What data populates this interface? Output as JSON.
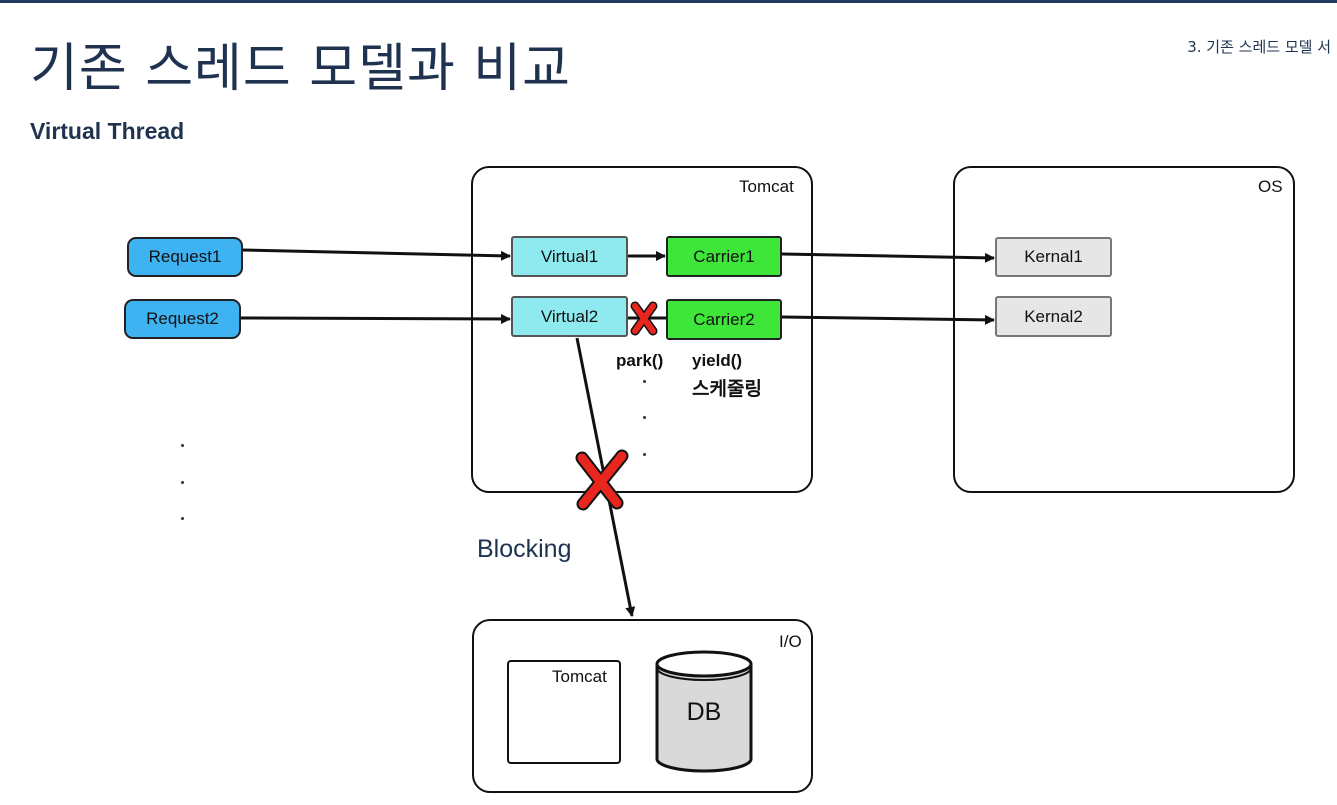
{
  "header": {
    "title": "기존 스레드 모델과 비교",
    "breadcrumb": "3. 기존 스레드 모델 서",
    "subtitle": "Virtual Thread"
  },
  "panels": {
    "tomcat": "Tomcat",
    "os": "OS",
    "io": "I/O",
    "io_tomcat": "Tomcat",
    "db": "DB"
  },
  "nodes": {
    "request1": "Request1",
    "request2": "Request2",
    "virtual1": "Virtual1",
    "virtual2": "Virtual2",
    "carrier1": "Carrier1",
    "carrier2": "Carrier2",
    "kernal1": "Kernal1",
    "kernal2": "Kernal2"
  },
  "labels": {
    "park": "park()",
    "yield": "yield()",
    "scheduling": "스케줄링",
    "blocking": "Blocking"
  },
  "colors": {
    "request": "#3fb2f2",
    "virtual": "#8eeaee",
    "carrier": "#3ee63a",
    "kernal": "#e6e6e6",
    "block_mark": "#e8261e",
    "heading": "#1f3350"
  }
}
